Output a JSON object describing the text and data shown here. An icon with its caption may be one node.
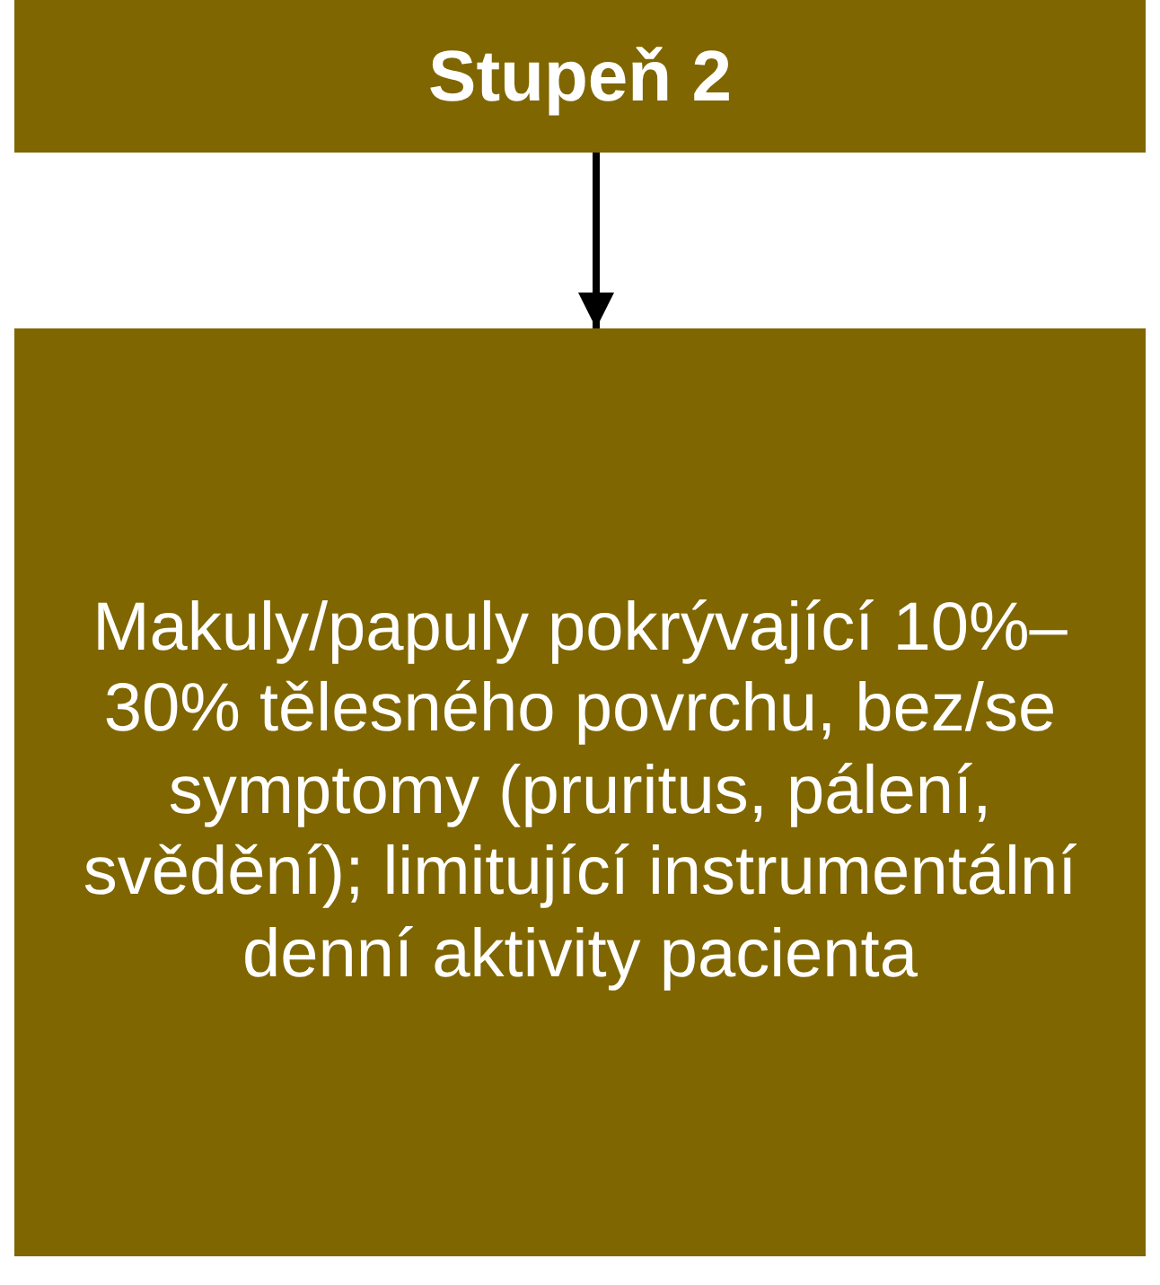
{
  "diagram": {
    "nodes": [
      {
        "text": [
          "Stupeň 2"
        ]
      },
      {
        "text": [
          "Makuly/papuly pokrývající 10%–30% tělesného povrchu, bez/se symptomy (pruritus, pálení, svědění); limitující instrumentální denní aktivity pacienta"
        ]
      }
    ],
    "edges": [
      {
        "from": 0,
        "to": 1,
        "arrow": "to"
      }
    ]
  }
}
